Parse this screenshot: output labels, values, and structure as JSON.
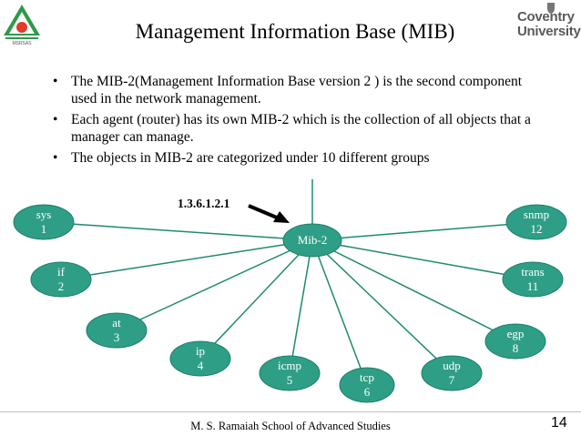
{
  "header": {
    "title": "Management Information Base (MIB)",
    "logo_left_text": "MSRSAS",
    "logo_right_line1": "Coventry",
    "logo_right_line2": "University"
  },
  "bullets": [
    "The MIB-2(Management Information Base version 2 ) is the second component used in the network management.",
    "Each agent (router) has its own MIB-2 which is the collection of all objects that a manager can manage.",
    "The objects in MIB-2 are categorized under 10 different groups"
  ],
  "diagram": {
    "oid": "1.3.6.1.2.1",
    "center": "Mib-2",
    "groups": [
      {
        "name": "sys",
        "num": "1"
      },
      {
        "name": "if",
        "num": "2"
      },
      {
        "name": "at",
        "num": "3"
      },
      {
        "name": "ip",
        "num": "4"
      },
      {
        "name": "icmp",
        "num": "5"
      },
      {
        "name": "tcp",
        "num": "6"
      },
      {
        "name": "udp",
        "num": "7"
      },
      {
        "name": "egp",
        "num": "8"
      },
      {
        "name": "trans",
        "num": "11"
      },
      {
        "name": "snmp",
        "num": "12"
      }
    ],
    "colors": {
      "node_fill": "#2e9f86",
      "node_stroke": "#1d7f67",
      "line": "#1d8a70"
    }
  },
  "footer": {
    "text": "M. S. Ramaiah School of Advanced Studies",
    "page": "14"
  }
}
